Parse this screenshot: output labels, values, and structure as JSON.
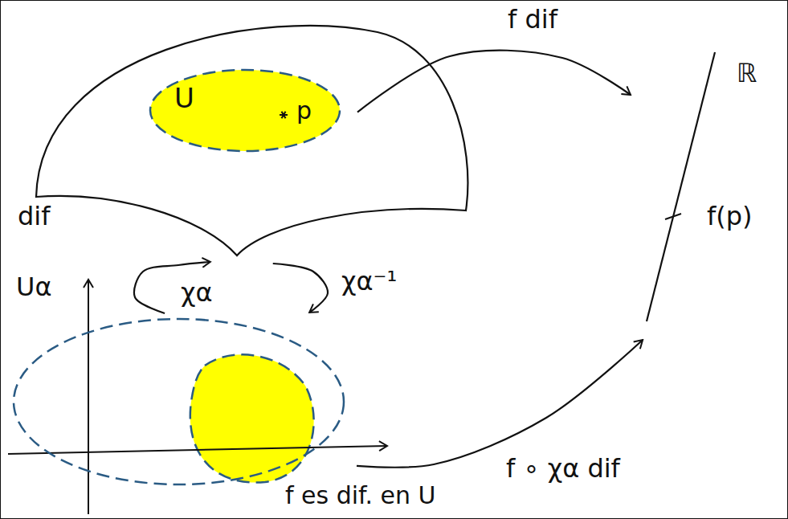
{
  "diagram": {
    "nodes": [
      {
        "text": [
          "dif"
        ]
      },
      {
        "text": [
          "U",
          "p"
        ],
        "in": 0
      },
      {
        "text": [
          "Uα"
        ]
      },
      {
        "text": [
          "ℝ",
          "f(p)"
        ]
      }
    ],
    "edges": [
      {
        "from": 1,
        "to": 3,
        "arrow": "to",
        "label": "f dif"
      },
      {
        "from": 2,
        "to": 0,
        "arrow": "to",
        "label": "χα"
      },
      {
        "from": 0,
        "to": 2,
        "arrow": "to",
        "label": "χα⁻¹"
      },
      {
        "from": 2,
        "to": 3,
        "arrow": "to",
        "label": "f ∘ χα dif"
      }
    ],
    "labels": [
      "f es dif. en U"
    ]
  }
}
